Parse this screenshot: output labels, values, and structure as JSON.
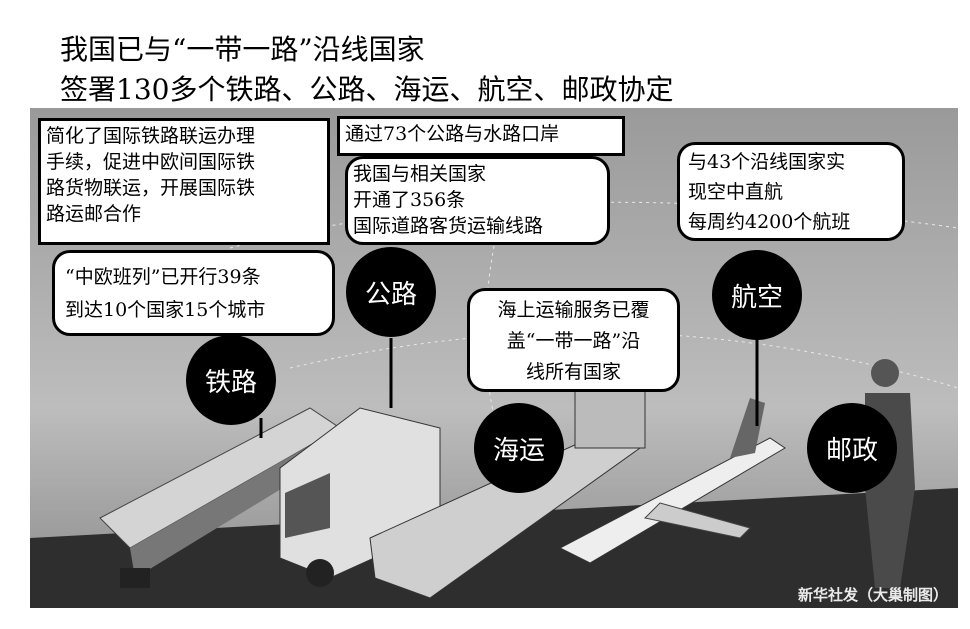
{
  "title": {
    "line1": "我国已与“一带一路”沿线国家",
    "line2": "签署130多个铁路、公路、海运、航空、邮政协定"
  },
  "callouts": {
    "rail_simplify": [
      "简化了国际铁路联运办理",
      "手续，促进中欧间国际铁",
      "路货物联运，开展国际铁",
      "路运邮合作"
    ],
    "road_ports": "通过73个公路与水路口岸",
    "road_lines": [
      "我国与相关国家",
      "开通了356条",
      "国际道路客货运输线路"
    ],
    "rail_trains": [
      "“中欧班列”已开行39条",
      "到达10个国家15个城市"
    ],
    "sea": [
      "海上运输服务已覆",
      "盖“一带一路”沿",
      "线所有国家"
    ],
    "air": [
      "与43个沿线国家实",
      "现空中直航",
      "每周约4200个航班"
    ]
  },
  "labels": {
    "rail": "铁路",
    "road": "公路",
    "sea": "海运",
    "air": "航空",
    "post": "邮政"
  },
  "credit": "新华社发（大巢制图）"
}
